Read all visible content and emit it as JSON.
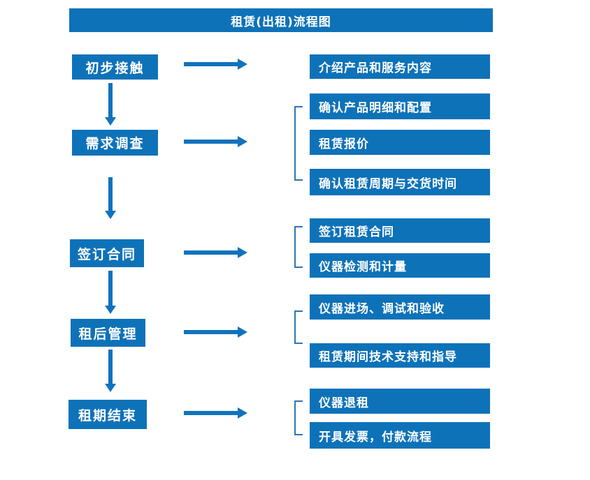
{
  "title": "租赁(出租)流程图",
  "colors": {
    "primary": "#0e72b9",
    "arrow": "#1173bd",
    "bracket": "#2e75b6",
    "text": "#ffffff",
    "background": "#ffffff"
  },
  "chart_data": {
    "type": "flowchart",
    "title": "租赁(出租)流程图",
    "steps": [
      {
        "label": "初步接触",
        "details": [
          "介绍产品和服务内容"
        ]
      },
      {
        "label": "需求调查",
        "details": [
          "确认产品明细和配置",
          "租赁报价",
          "确认租赁周期与交货时间"
        ]
      },
      {
        "label": "签订合同",
        "details": [
          "签订租赁合同",
          "仪器检测和计量"
        ]
      },
      {
        "label": "租后管理",
        "details": [
          "仪器进场、调试和验收",
          "租赁期间技术支持和指导"
        ]
      },
      {
        "label": "租期结束",
        "details": [
          "仪器退租",
          "开具发票，付款流程"
        ]
      }
    ]
  },
  "steps": [
    {
      "label": "初步接触",
      "details": [
        "介绍产品和服务内容"
      ]
    },
    {
      "label": "需求调查",
      "details": [
        "确认产品明细和配置",
        "租赁报价",
        "确认租赁周期与交货时间"
      ]
    },
    {
      "label": "签订合同",
      "details": [
        "签订租赁合同",
        "仪器检测和计量"
      ]
    },
    {
      "label": "租后管理",
      "details": [
        "仪器进场、调试和验收",
        "租赁期间技术支持和指导"
      ]
    },
    {
      "label": "租期结束",
      "details": [
        "仪器退租",
        "开具发票，付款流程"
      ]
    }
  ]
}
